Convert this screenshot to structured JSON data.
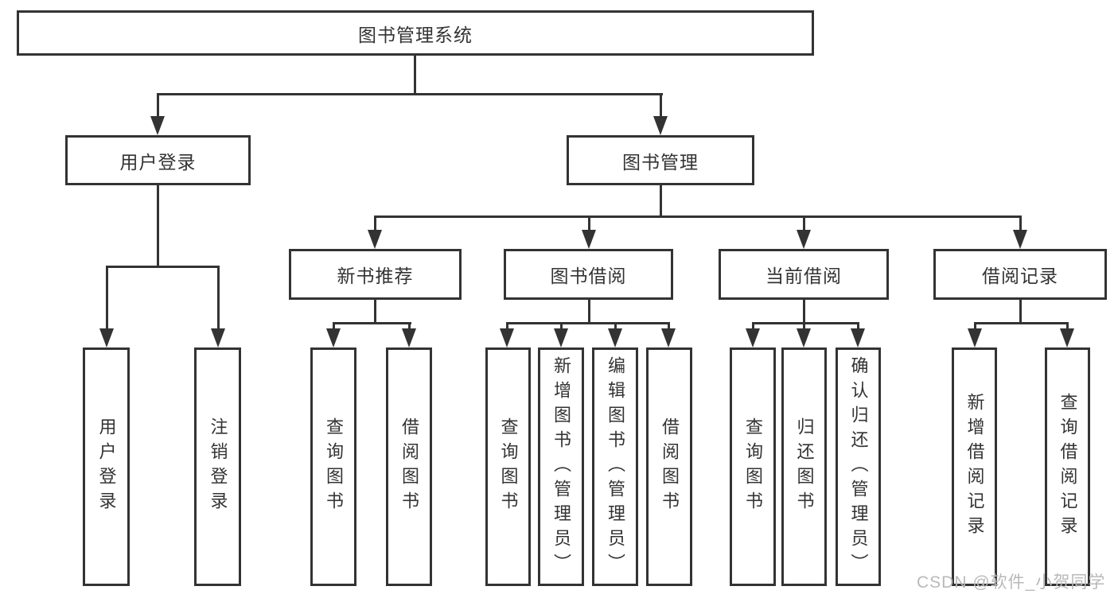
{
  "tree": {
    "root": {
      "label": "图书管理系统"
    },
    "branches": [
      {
        "label": "用户登录",
        "children": [
          {
            "label": "用户登录"
          },
          {
            "label": "注销登录"
          }
        ]
      },
      {
        "label": "图书管理",
        "children": [
          {
            "label": "新书推荐",
            "children": [
              {
                "label": "查询图书"
              },
              {
                "label": "借阅图书"
              }
            ]
          },
          {
            "label": "图书借阅",
            "children": [
              {
                "label": "查询图书"
              },
              {
                "label": "新增图书（管理员）"
              },
              {
                "label": "编辑图书（管理员）"
              },
              {
                "label": "借阅图书"
              }
            ]
          },
          {
            "label": "当前借阅",
            "children": [
              {
                "label": "查询图书"
              },
              {
                "label": "归还图书"
              },
              {
                "label": "确认归还（管理员）"
              }
            ]
          },
          {
            "label": "借阅记录",
            "children": [
              {
                "label": "新增借阅记录"
              },
              {
                "label": "查询借阅记录"
              }
            ]
          }
        ]
      }
    ]
  },
  "watermark": {
    "text": "CSDN @软件_小贺同学"
  },
  "colors": {
    "line": "#333333",
    "text": "#333333",
    "background": "#ffffff",
    "watermark": "#b9b9b9"
  }
}
